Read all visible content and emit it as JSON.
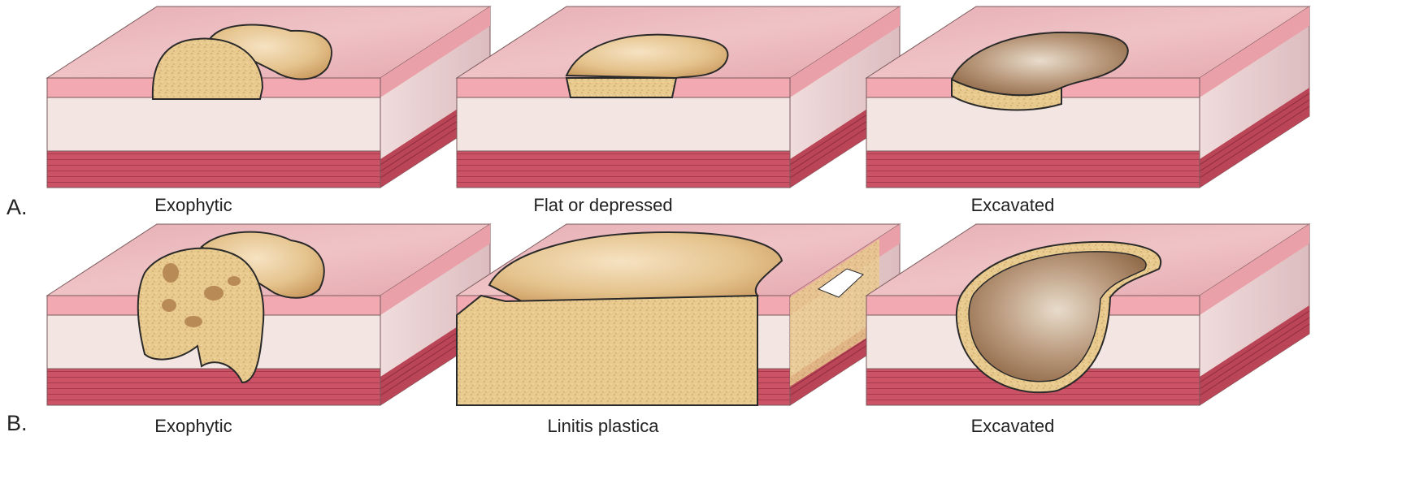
{
  "rows": [
    {
      "label": "A.",
      "panels": [
        {
          "caption": "Exophytic"
        },
        {
          "caption": "Flat or depressed"
        },
        {
          "caption": "Excavated"
        }
      ]
    },
    {
      "label": "B.",
      "panels": [
        {
          "caption": "Exophytic"
        },
        {
          "caption": "Linitis plastica"
        },
        {
          "caption": "Excavated"
        }
      ]
    }
  ],
  "colors": {
    "mucosa_top": "#e8b3b8",
    "mucosa_band": "#f2a9b2",
    "submucosa": "#f1e4e1",
    "muscularis": "#c94f62",
    "side_shade": "#e3c7c9",
    "tumor_cut": "#e8c98e",
    "tumor_surface": "#d8b27e",
    "ulcer_base": "#a6825e",
    "outline": "#2a2a2a"
  }
}
